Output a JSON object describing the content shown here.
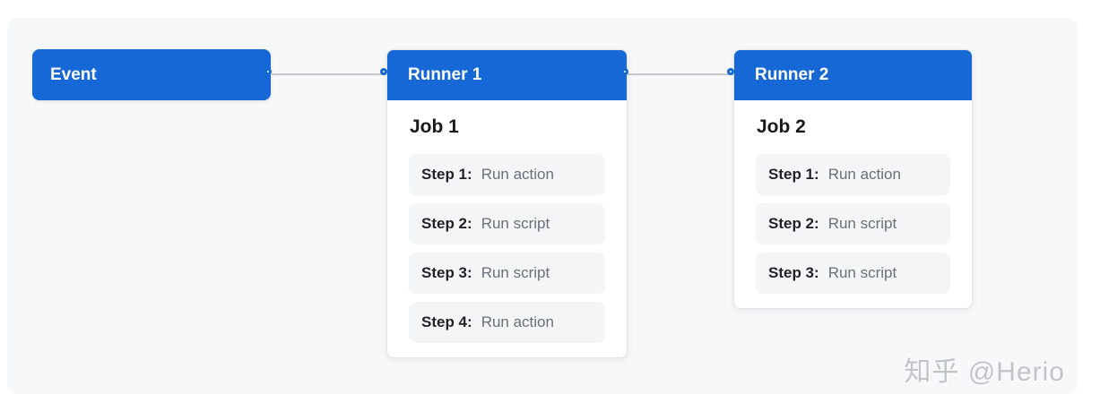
{
  "colors": {
    "accent": "#1568d6",
    "canvas_bg": "#f7f8f9",
    "card_bg": "#ffffff",
    "step_bg": "#f4f5f6",
    "connector": "#c6c9cc",
    "step_label": "#1f2329",
    "step_action": "#68707a",
    "watermark": "#bfc4c9"
  },
  "diagram": {
    "event_node": {
      "label": "Event"
    },
    "runners": [
      {
        "title": "Runner 1",
        "job_title": "Job 1",
        "steps": [
          {
            "label": "Step 1:",
            "action": "Run action"
          },
          {
            "label": "Step 2:",
            "action": "Run script"
          },
          {
            "label": "Step 3:",
            "action": "Run script"
          },
          {
            "label": "Step 4:",
            "action": "Run action"
          }
        ]
      },
      {
        "title": "Runner 2",
        "job_title": "Job 2",
        "steps": [
          {
            "label": "Step 1:",
            "action": "Run action"
          },
          {
            "label": "Step 2:",
            "action": "Run script"
          },
          {
            "label": "Step 3:",
            "action": "Run script"
          }
        ]
      }
    ]
  },
  "watermark": {
    "text": "知乎 @Herio"
  }
}
